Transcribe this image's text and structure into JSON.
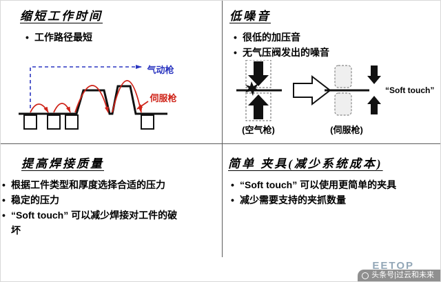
{
  "colors": {
    "pneumatic_blue": "#2a35c0",
    "servo_red": "#cf2318",
    "brand_gray_blue": "#93a7b7",
    "watermark_bg": "#8f8f8f"
  },
  "quadrants": {
    "top_left": {
      "title": "缩短工作时间",
      "bullets": [
        "工作路径最短"
      ],
      "labels": {
        "pneumatic_gun": "气动枪",
        "servo_gun": "伺服枪"
      }
    },
    "top_right": {
      "title": "低噪音",
      "bullets": [
        "很低的加压音",
        "无气压阀发出的噪音"
      ],
      "labels": {
        "soft_touch": "“Soft touch”",
        "air_gun": "(空气枪)",
        "servo_gun": "(伺服枪)"
      }
    },
    "bottom_left": {
      "title": "提高焊接质量",
      "bullets": [
        "根据工件类型和厚度选择合适的压力",
        "稳定的压力",
        "“Soft touch” 可以减少焊接对工件的破坏"
      ]
    },
    "bottom_right": {
      "title": "简单 夹具(减少系统成本)",
      "bullets": [
        "“Soft touch” 可以使用更简单的夹具",
        "减少需要支持的夹抓数量"
      ]
    }
  },
  "footer": {
    "brand": "EETOP",
    "watermark": "头条号|过云和未来"
  }
}
